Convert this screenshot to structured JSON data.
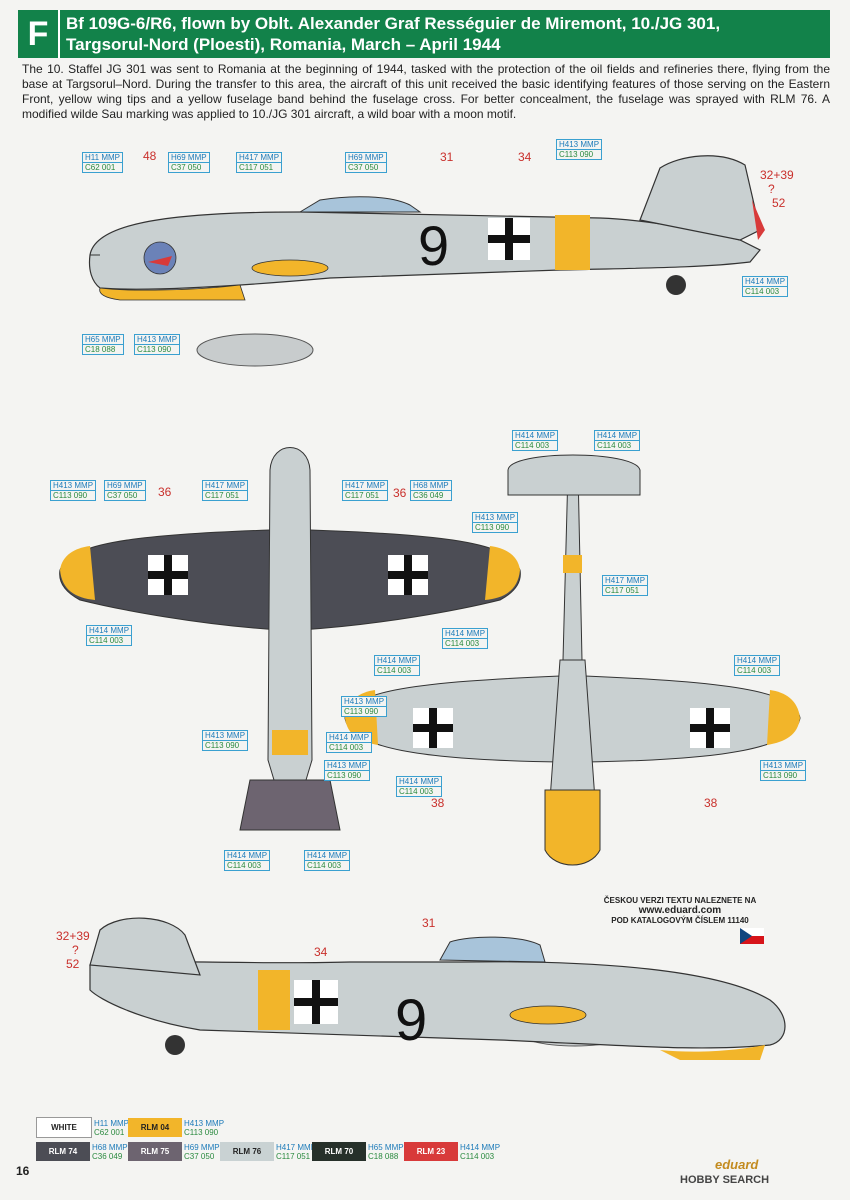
{
  "header": {
    "letter": "F",
    "title_line1": "Bf 109G-6/R6, flown by Oblt. Alexander Graf Rességuier de Miremont, 10./JG 301,",
    "title_line2": "Targsorul-Nord (Ploesti), Romania, March – April 1944"
  },
  "description": "The 10. Staffel JG 301 was sent to Romania at the beginning of 1944, tasked with the protection of the oil fields and refineries there, flying from the base at Targsorul–Nord. During the transfer to this area, the aircraft of this unit received the basic identifying features of those serving on the Eastern Front, yellow wing tips and a yellow fuselage band behind the fuselage cross. For better concealment, the fuselage was sprayed with RLM 76. A modified wilde Sau marking was applied to 10./JG 301 aircraft, a wild boar with a moon motif.",
  "aircraft_code": "9",
  "callouts": {
    "c1": {
      "a": "H11",
      "a2": "MMP",
      "b": "C62",
      "b2": "001"
    },
    "c2": {
      "a": "H69",
      "a2": "MMP",
      "b": "C37",
      "b2": "050"
    },
    "c3": {
      "a": "H417",
      "a2": "MMP",
      "b": "C117",
      "b2": "051"
    },
    "c4": {
      "a": "H69",
      "a2": "MMP",
      "b": "C37",
      "b2": "050"
    },
    "c5": {
      "a": "H413",
      "a2": "MMP",
      "b": "C113",
      "b2": "090"
    },
    "c6": {
      "a": "H414",
      "a2": "MMP",
      "b": "C114",
      "b2": "003"
    },
    "c7": {
      "a": "H65",
      "a2": "MMP",
      "b": "C18",
      "b2": "088"
    },
    "c8": {
      "a": "H413",
      "a2": "MMP",
      "b": "C113",
      "b2": "090"
    },
    "c9": {
      "a": "H413",
      "a2": "MMP",
      "b": "C113",
      "b2": "090"
    },
    "c10": {
      "a": "H69",
      "a2": "MMP",
      "b": "C37",
      "b2": "050"
    },
    "c11": {
      "a": "H417",
      "a2": "MMP",
      "b": "C117",
      "b2": "051"
    },
    "c12": {
      "a": "H417",
      "a2": "MMP",
      "b": "C117",
      "b2": "051"
    },
    "c13": {
      "a": "H68",
      "a2": "MMP",
      "b": "C36",
      "b2": "049"
    },
    "c14": {
      "a": "H413",
      "a2": "MMP",
      "b": "C113",
      "b2": "090"
    },
    "c15": {
      "a": "H414",
      "a2": "MMP",
      "b": "C114",
      "b2": "003"
    },
    "c16": {
      "a": "H414",
      "a2": "MMP",
      "b": "C114",
      "b2": "003"
    },
    "c17": {
      "a": "H413",
      "a2": "MMP",
      "b": "C113",
      "b2": "090"
    },
    "c18": {
      "a": "H413",
      "a2": "MMP",
      "b": "C113",
      "b2": "090"
    },
    "c19": {
      "a": "H414",
      "a2": "MMP",
      "b": "C114",
      "b2": "003"
    },
    "c20": {
      "a": "H414",
      "a2": "MMP",
      "b": "C114",
      "b2": "003"
    },
    "c21": {
      "a": "H414",
      "a2": "MMP",
      "b": "C114",
      "b2": "003"
    },
    "c22": {
      "a": "H414",
      "a2": "MMP",
      "b": "C114",
      "b2": "003"
    },
    "c23": {
      "a": "H413",
      "a2": "MMP",
      "b": "C113",
      "b2": "090"
    },
    "c24": {
      "a": "H414",
      "a2": "MMP",
      "b": "C114",
      "b2": "003"
    },
    "c25": {
      "a": "H414",
      "a2": "MMP",
      "b": "C114",
      "b2": "003"
    },
    "c26": {
      "a": "H417",
      "a2": "MMP",
      "b": "C117",
      "b2": "051"
    },
    "c27": {
      "a": "H414",
      "a2": "MMP",
      "b": "C114",
      "b2": "003"
    },
    "c28": {
      "a": "H414",
      "a2": "MMP",
      "b": "C114",
      "b2": "003"
    },
    "c29": {
      "a": "H413",
      "a2": "MMP",
      "b": "C113",
      "b2": "090"
    }
  },
  "numbers": {
    "n48": "48",
    "n31": "31",
    "n34": "34",
    "n3239": "32+39",
    "nq": "?",
    "n52": "52",
    "n36a": "36",
    "n36b": "36",
    "n38a": "38",
    "n38b": "38",
    "n3239b": "32+39",
    "nqb": "?",
    "n52b": "52",
    "n34b": "34",
    "n31b": "31"
  },
  "note": {
    "line1": "ČESKOU VERZI TEXTU NALEZNETE NA",
    "line2": "www.eduard.com",
    "line3": "POD KATALOGOVÝM ČÍSLEM 11140"
  },
  "legend": [
    {
      "name": "WHITE",
      "h": "H11",
      "c": "C62",
      "m": "MMP",
      "n": "001",
      "color": "#ffffff",
      "text": "#222"
    },
    {
      "name": "RLM 04",
      "h": "H413",
      "c": "C113",
      "m": "MMP",
      "n": "090",
      "color": "#f2b52a",
      "text": "#222"
    },
    {
      "name": "RLM 74",
      "h": "H68",
      "c": "C36",
      "m": "MMP",
      "n": "049",
      "color": "#4c4d55",
      "text": "#fff"
    },
    {
      "name": "RLM 75",
      "h": "H69",
      "c": "C37",
      "m": "MMP",
      "n": "050",
      "color": "#6d6470",
      "text": "#fff"
    },
    {
      "name": "RLM 76",
      "h": "H417",
      "c": "C117",
      "m": "MMP",
      "n": "051",
      "color": "#c9d2d3",
      "text": "#222"
    },
    {
      "name": "RLM 70",
      "h": "H65",
      "c": "C18",
      "m": "MMP",
      "n": "088",
      "color": "#26302a",
      "text": "#fff"
    },
    {
      "name": "RLM 23",
      "h": "H414",
      "c": "C114",
      "m": "MMP",
      "n": "003",
      "color": "#d83a3a",
      "text": "#fff"
    }
  ],
  "page_number": "16",
  "brand": "eduard",
  "watermark": "HOBBY SEARCH"
}
